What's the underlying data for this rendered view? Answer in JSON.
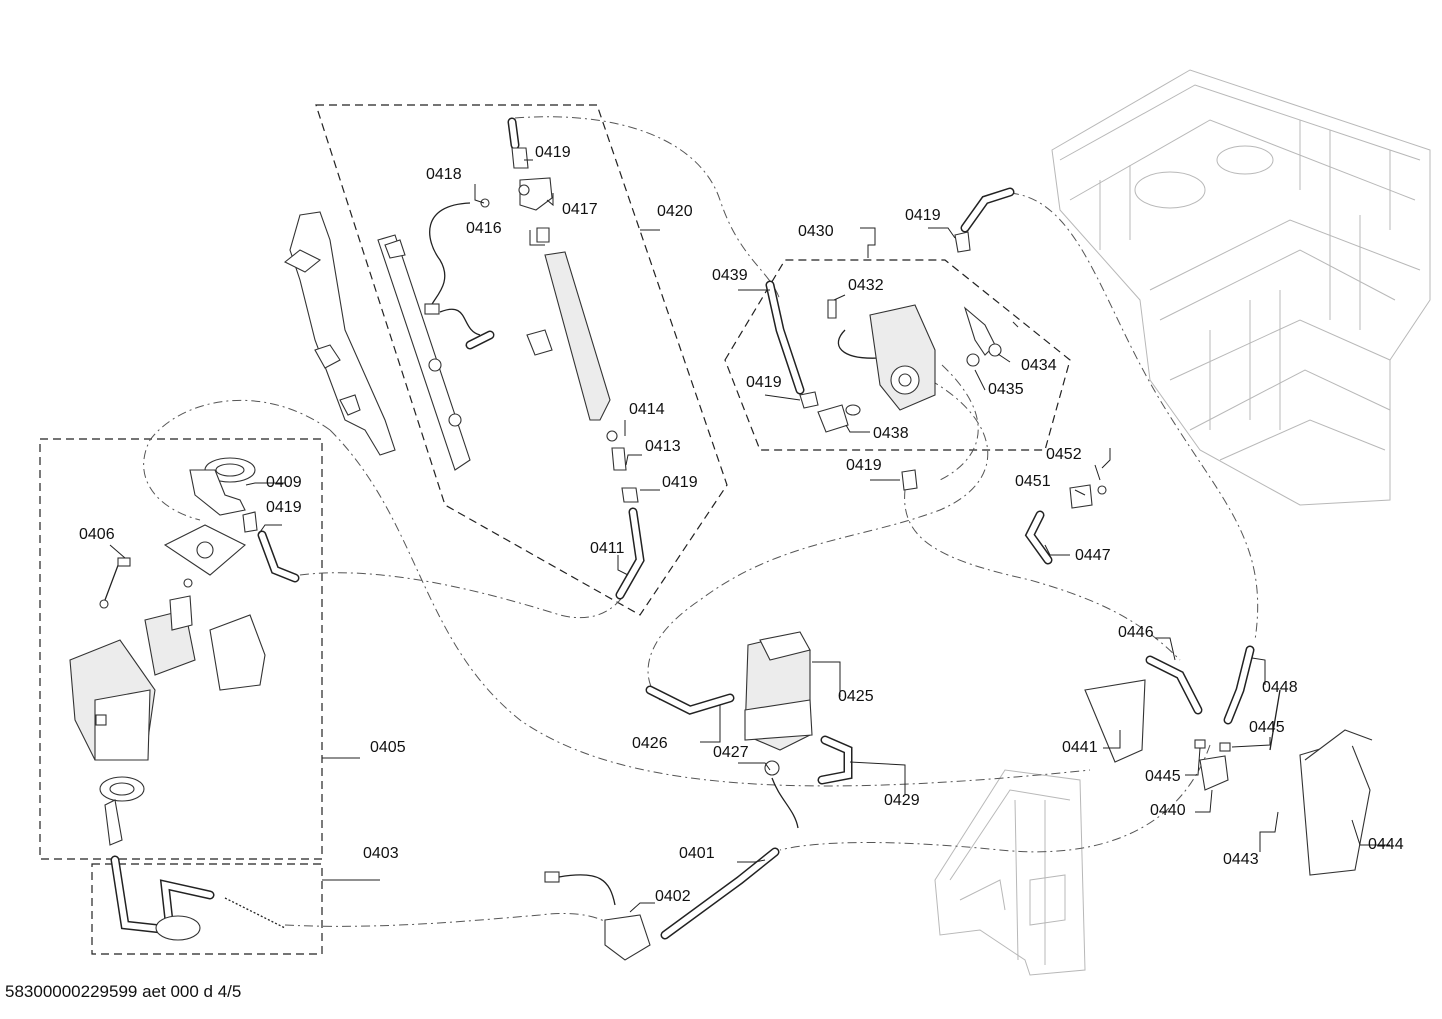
{
  "footer": {
    "doc_id": "58300000229599 aet 000 d 4/5"
  },
  "labels": {
    "p0401": "0401",
    "p0402": "0402",
    "p0403": "0403",
    "p0405": "0405",
    "p0406": "0406",
    "p0409": "0409",
    "p0411": "0411",
    "p0413": "0413",
    "p0414": "0414",
    "p0416": "0416",
    "p0417": "0417",
    "p0418": "0418",
    "p0419": "0419",
    "p0420": "0420",
    "p0425": "0425",
    "p0426": "0426",
    "p0427": "0427",
    "p0429": "0429",
    "p0430": "0430",
    "p0432": "0432",
    "p0434": "0434",
    "p0435": "0435",
    "p0438": "0438",
    "p0439": "0439",
    "p0440": "0440",
    "p0441": "0441",
    "p0443": "0443",
    "p0444": "0444",
    "p0445": "0445",
    "p0446": "0446",
    "p0447": "0447",
    "p0448": "0448",
    "p0451": "0451",
    "p0452": "0452"
  }
}
